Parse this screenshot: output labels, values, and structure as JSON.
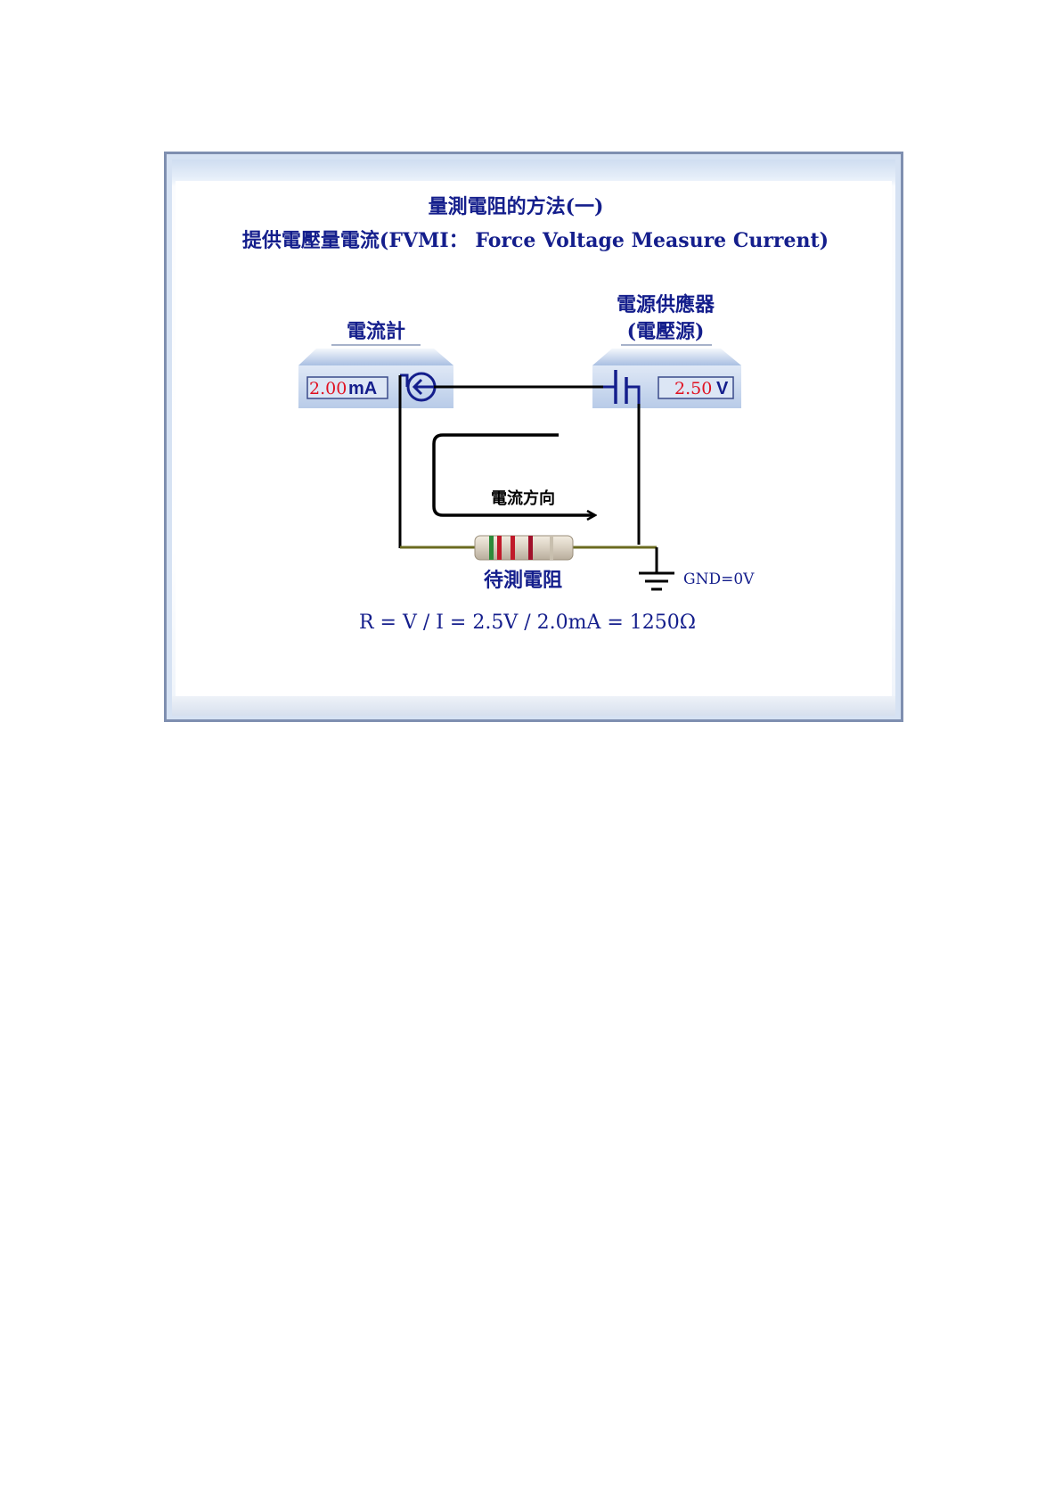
{
  "title": {
    "line1": "量測電阻的方法(一)",
    "line2": "提供電壓量電流(FVMI： Force Voltage Measure Current)"
  },
  "ammeter": {
    "label": "電流計",
    "value": "2.00",
    "unit": "mA"
  },
  "power_supply": {
    "label_line1": "電源供應器",
    "label_line2": "(電壓源)",
    "value": "2.50",
    "unit": "V"
  },
  "current_direction_label": "電流方向",
  "resistor_label": "待測電阻",
  "ground_label": "GND=0V",
  "formula": "R = V / I = 2.5V / 2.0mA = 1250Ω",
  "colors": {
    "title": "#141e8c",
    "readout_value": "#e01020",
    "panel_fill": "#c7d6ee",
    "wire": "#000000",
    "lead_wire": "#6b6b20"
  }
}
